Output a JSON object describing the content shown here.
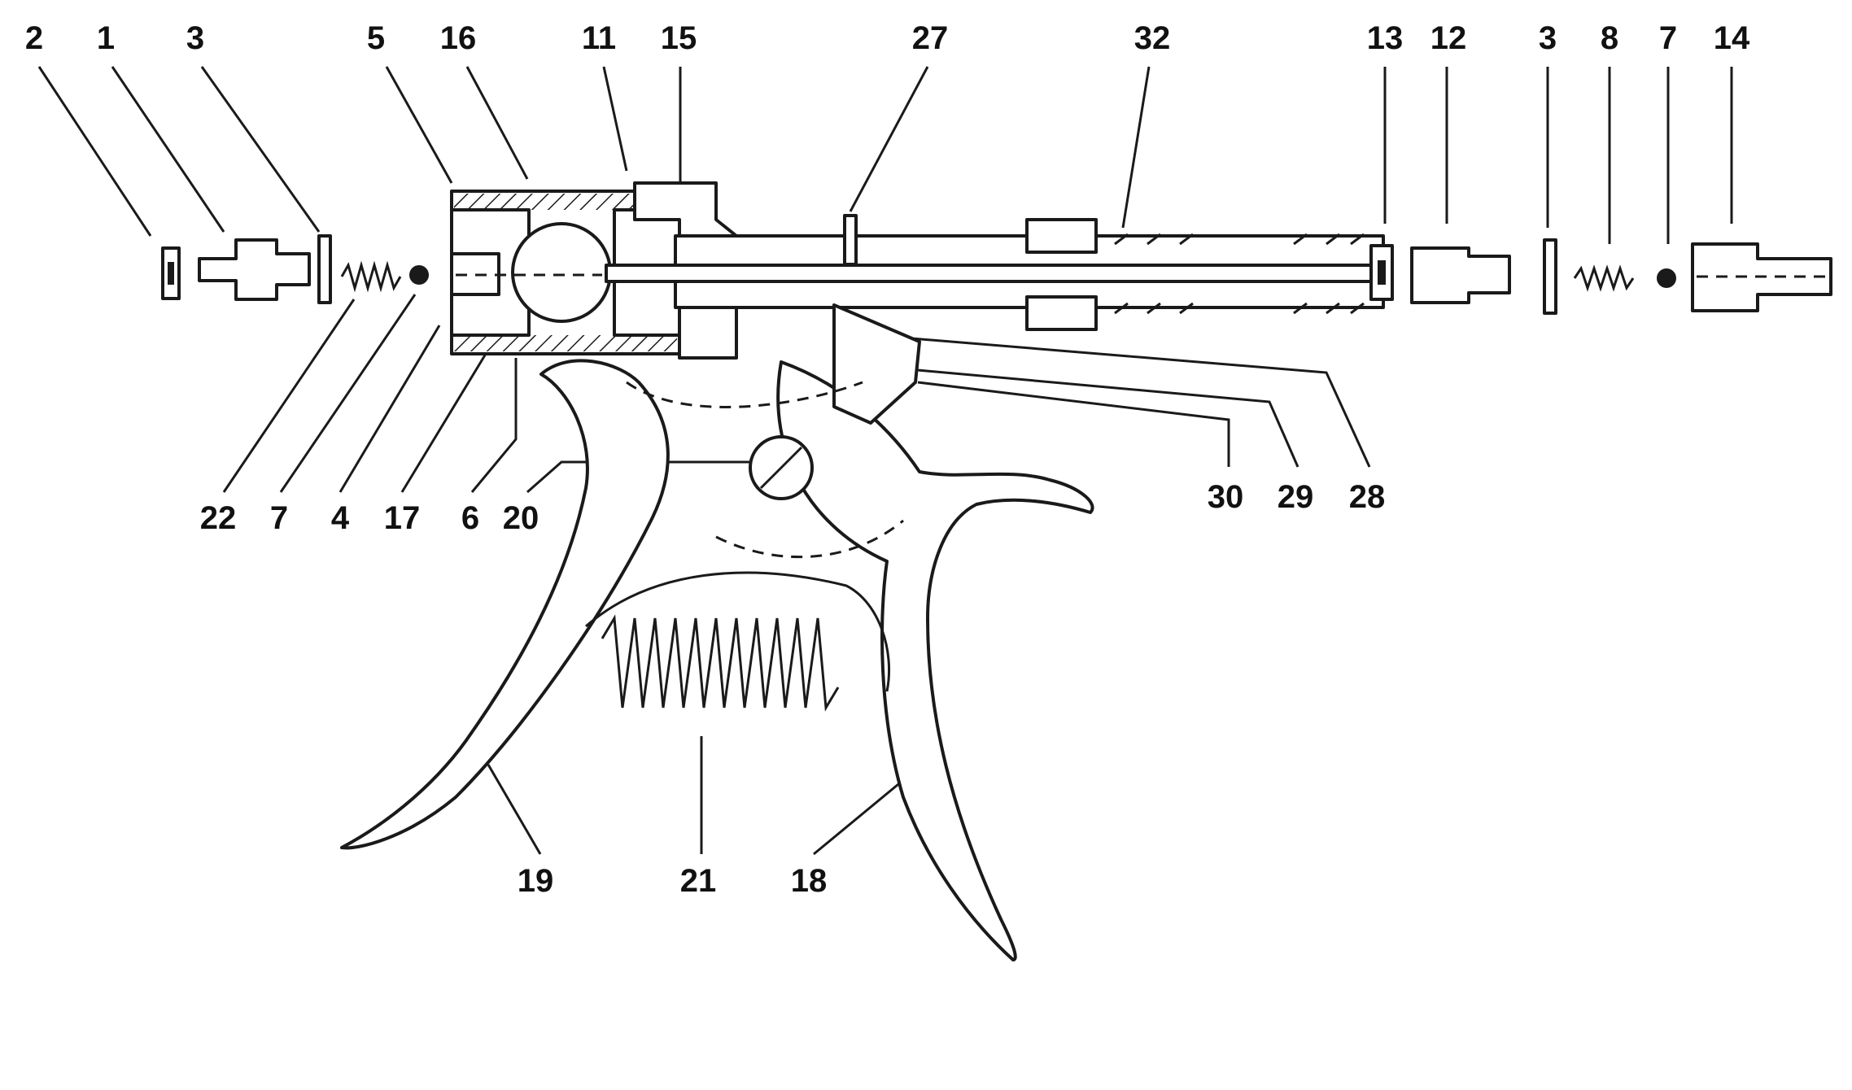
{
  "diagram": {
    "labels": {
      "top": [
        "2",
        "1",
        "3",
        "5",
        "16",
        "11",
        "15",
        "27",
        "32",
        "13",
        "12",
        "3",
        "8",
        "7",
        "14"
      ],
      "lower_left": [
        "22",
        "7",
        "4",
        "17",
        "6",
        "20"
      ],
      "lower_right": [
        "30",
        "29",
        "28"
      ],
      "bottom": [
        "19",
        "21",
        "18"
      ]
    }
  }
}
